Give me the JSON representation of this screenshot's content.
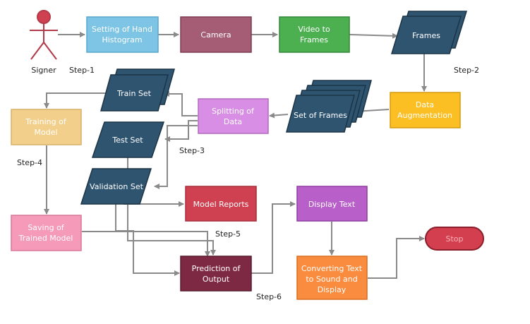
{
  "signer": {
    "label": "Signer"
  },
  "steps": {
    "s1": "Step-1",
    "s2": "Step-2",
    "s3": "Step-3",
    "s4": "Step-4",
    "s5": "Step-5",
    "s6": "Step-6"
  },
  "nodes": {
    "histogram": {
      "line1": "Setting of Hand",
      "line2": "Histogram"
    },
    "camera": {
      "label": "Camera"
    },
    "video_to_frames": {
      "line1": "Video to",
      "line2": "Frames"
    },
    "frames": {
      "label": "Frames"
    },
    "data_augmentation": {
      "line1": "Data",
      "line2": "Augmentation"
    },
    "set_of_frames": {
      "label": "Set of Frames"
    },
    "splitting": {
      "line1": "Splitting of",
      "line2": "Data"
    },
    "train_set": {
      "label": "Train Set"
    },
    "test_set": {
      "label": "Test Set"
    },
    "validation_set": {
      "label": "Validation Set"
    },
    "training": {
      "line1": "Training of",
      "line2": "Model"
    },
    "saving": {
      "line1": "Saving of",
      "line2": "Trained Model"
    },
    "model_reports": {
      "label": "Model Reports"
    },
    "prediction": {
      "line1": "Prediction of",
      "line2": "Output"
    },
    "display_text": {
      "label": "Display Text"
    },
    "converting": {
      "line1": "Converting Text",
      "line2": "to Sound and",
      "line3": "Display"
    },
    "stop": {
      "label": "Stop"
    }
  },
  "colors": {
    "lightblue": "#7ec4e4",
    "mauve": "#a45d74",
    "green": "#4caf50",
    "navy": "#2f5470",
    "orange_yellow": "#fbbf24",
    "violet": "#d88ee4",
    "tan": "#f2cf8a",
    "pink": "#f59ab8",
    "red": "#cf4150",
    "maroon": "#7d2944",
    "purple": "#b85fc9",
    "orange": "#f98c3f",
    "stop_red": "#d43f4f",
    "arrow": "#8a8a8a"
  }
}
